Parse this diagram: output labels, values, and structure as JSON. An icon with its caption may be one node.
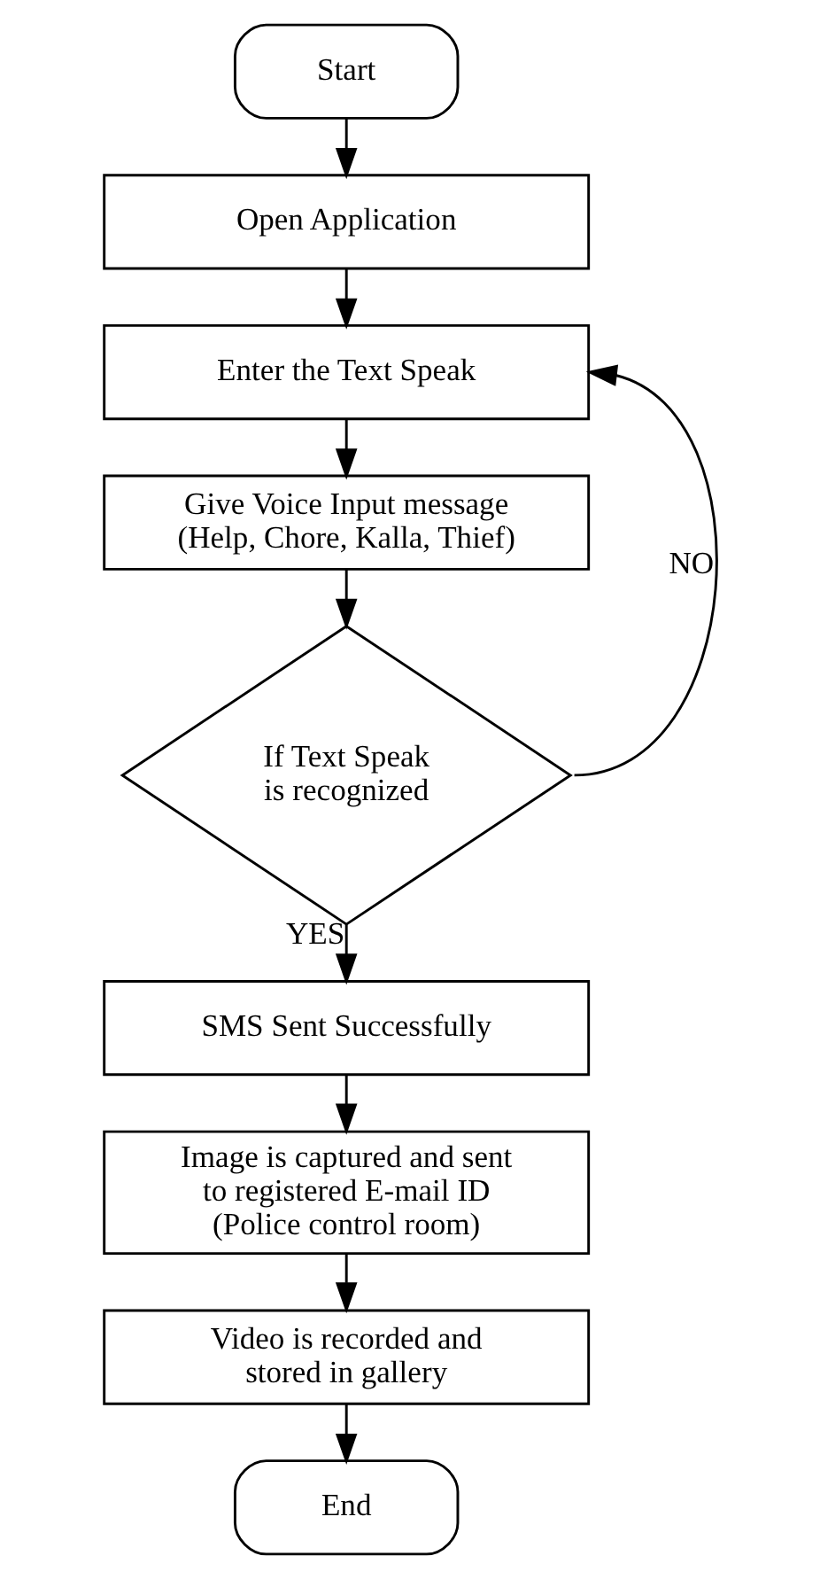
{
  "diagram": {
    "nodes": [
      {
        "text": [
          "Start"
        ]
      },
      {
        "text": [
          "Open Application"
        ]
      },
      {
        "text": [
          "Enter the Text Speak"
        ]
      },
      {
        "text": [
          "Give Voice Input message (Help, Chore, Kalla, Thief)"
        ]
      },
      {
        "text": [
          "If Text Speak is recognized"
        ]
      },
      {
        "text": [
          "SMS Sent Successfully"
        ]
      },
      {
        "text": [
          "Image is captured and sent to registered E-mail ID (Police control room)"
        ]
      },
      {
        "text": [
          "Video is recorded and stored in gallery"
        ]
      },
      {
        "text": [
          "End"
        ]
      }
    ],
    "edges": [
      {
        "from": 0,
        "to": 1,
        "arrow": "to"
      },
      {
        "from": 1,
        "to": 2,
        "arrow": "to"
      },
      {
        "from": 2,
        "to": 3,
        "arrow": "to"
      },
      {
        "from": 3,
        "to": 4,
        "arrow": "to"
      },
      {
        "from": 4,
        "to": 2,
        "arrow": "to",
        "label": "NO"
      },
      {
        "from": 4,
        "to": 5,
        "arrow": "to",
        "label": "YES"
      },
      {
        "from": 5,
        "to": 6,
        "arrow": "to"
      },
      {
        "from": 6,
        "to": 7,
        "arrow": "to"
      },
      {
        "from": 7,
        "to": 8,
        "arrow": "to"
      }
    ]
  }
}
